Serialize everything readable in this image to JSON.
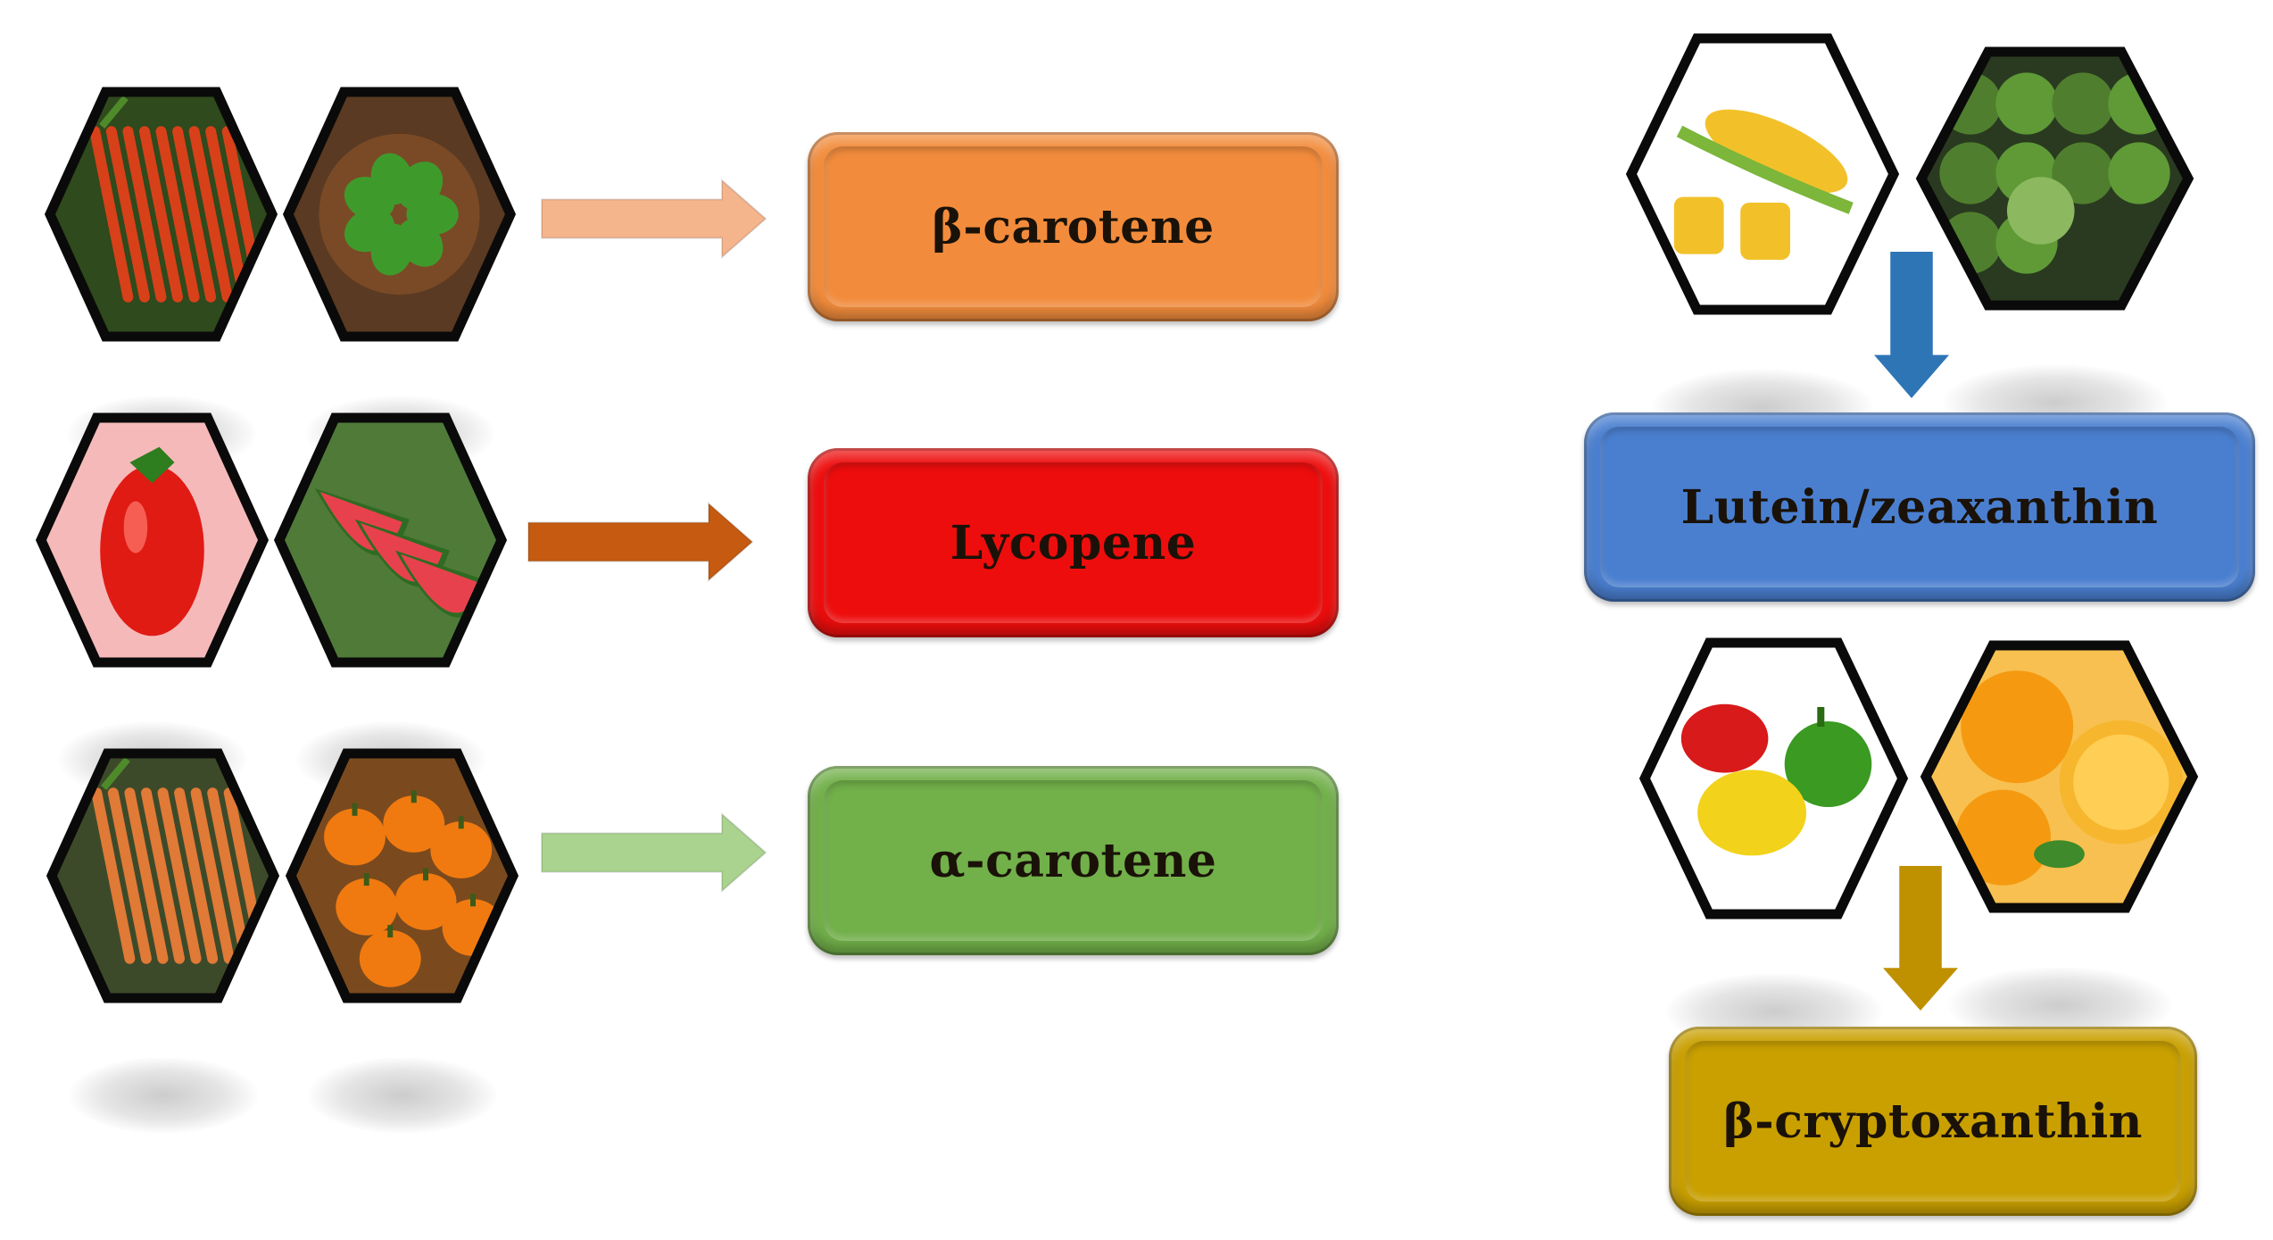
{
  "left_groups": [
    {
      "id": "beta-carotene",
      "label": "β-carotene",
      "box_color": "#f28c3c",
      "arrow_color": "#f4b48c",
      "foods": [
        {
          "name": "carrots-red-icon",
          "fill": "#d8401a",
          "bg": "#2f4a1c"
        },
        {
          "name": "spinach-bowl-icon",
          "fill": "#3f9a2c",
          "bg": "#5a3a22"
        }
      ]
    },
    {
      "id": "lycopene",
      "label": "Lycopene",
      "box_color": "#ee0d0d",
      "arrow_color": "#c55a10",
      "foods": [
        {
          "name": "tomato-icon",
          "fill": "#e01b14",
          "bg": "#f6b9b9"
        },
        {
          "name": "watermelon-icon",
          "fill": "#e8414e",
          "bg": "#4f7a38"
        }
      ]
    },
    {
      "id": "alpha-carotene",
      "label": "α-carotene",
      "box_color": "#72b04a",
      "arrow_color": "#a9d38e",
      "foods": [
        {
          "name": "carrots-bunch-icon",
          "fill": "#e07a36",
          "bg": "#3d4a2a"
        },
        {
          "name": "pumpkins-icon",
          "fill": "#f07a10",
          "bg": "#7a4a1e"
        }
      ]
    }
  ],
  "right_groups": [
    {
      "id": "lutein-zeaxanthin",
      "label": "Lutein/zeaxanthin",
      "box_color": "#4a7fd0",
      "arrow_color": "#2e75b6",
      "foods": [
        {
          "name": "corn-icon",
          "fill": "#f2c12a",
          "bg": "#ffffff"
        },
        {
          "name": "green-vegetables-icon",
          "fill": "#4f7f2e",
          "bg": "#2a3a20"
        }
      ]
    },
    {
      "id": "beta-cryptoxanthin",
      "label": "β-cryptoxanthin",
      "box_color": "#c9a000",
      "arrow_color": "#bf9000",
      "foods": [
        {
          "name": "bell-peppers-icon",
          "fill": "#f2d21a",
          "bg": "#ffffff"
        },
        {
          "name": "oranges-icon",
          "fill": "#f59a10",
          "bg": "#f8c050"
        }
      ]
    }
  ]
}
